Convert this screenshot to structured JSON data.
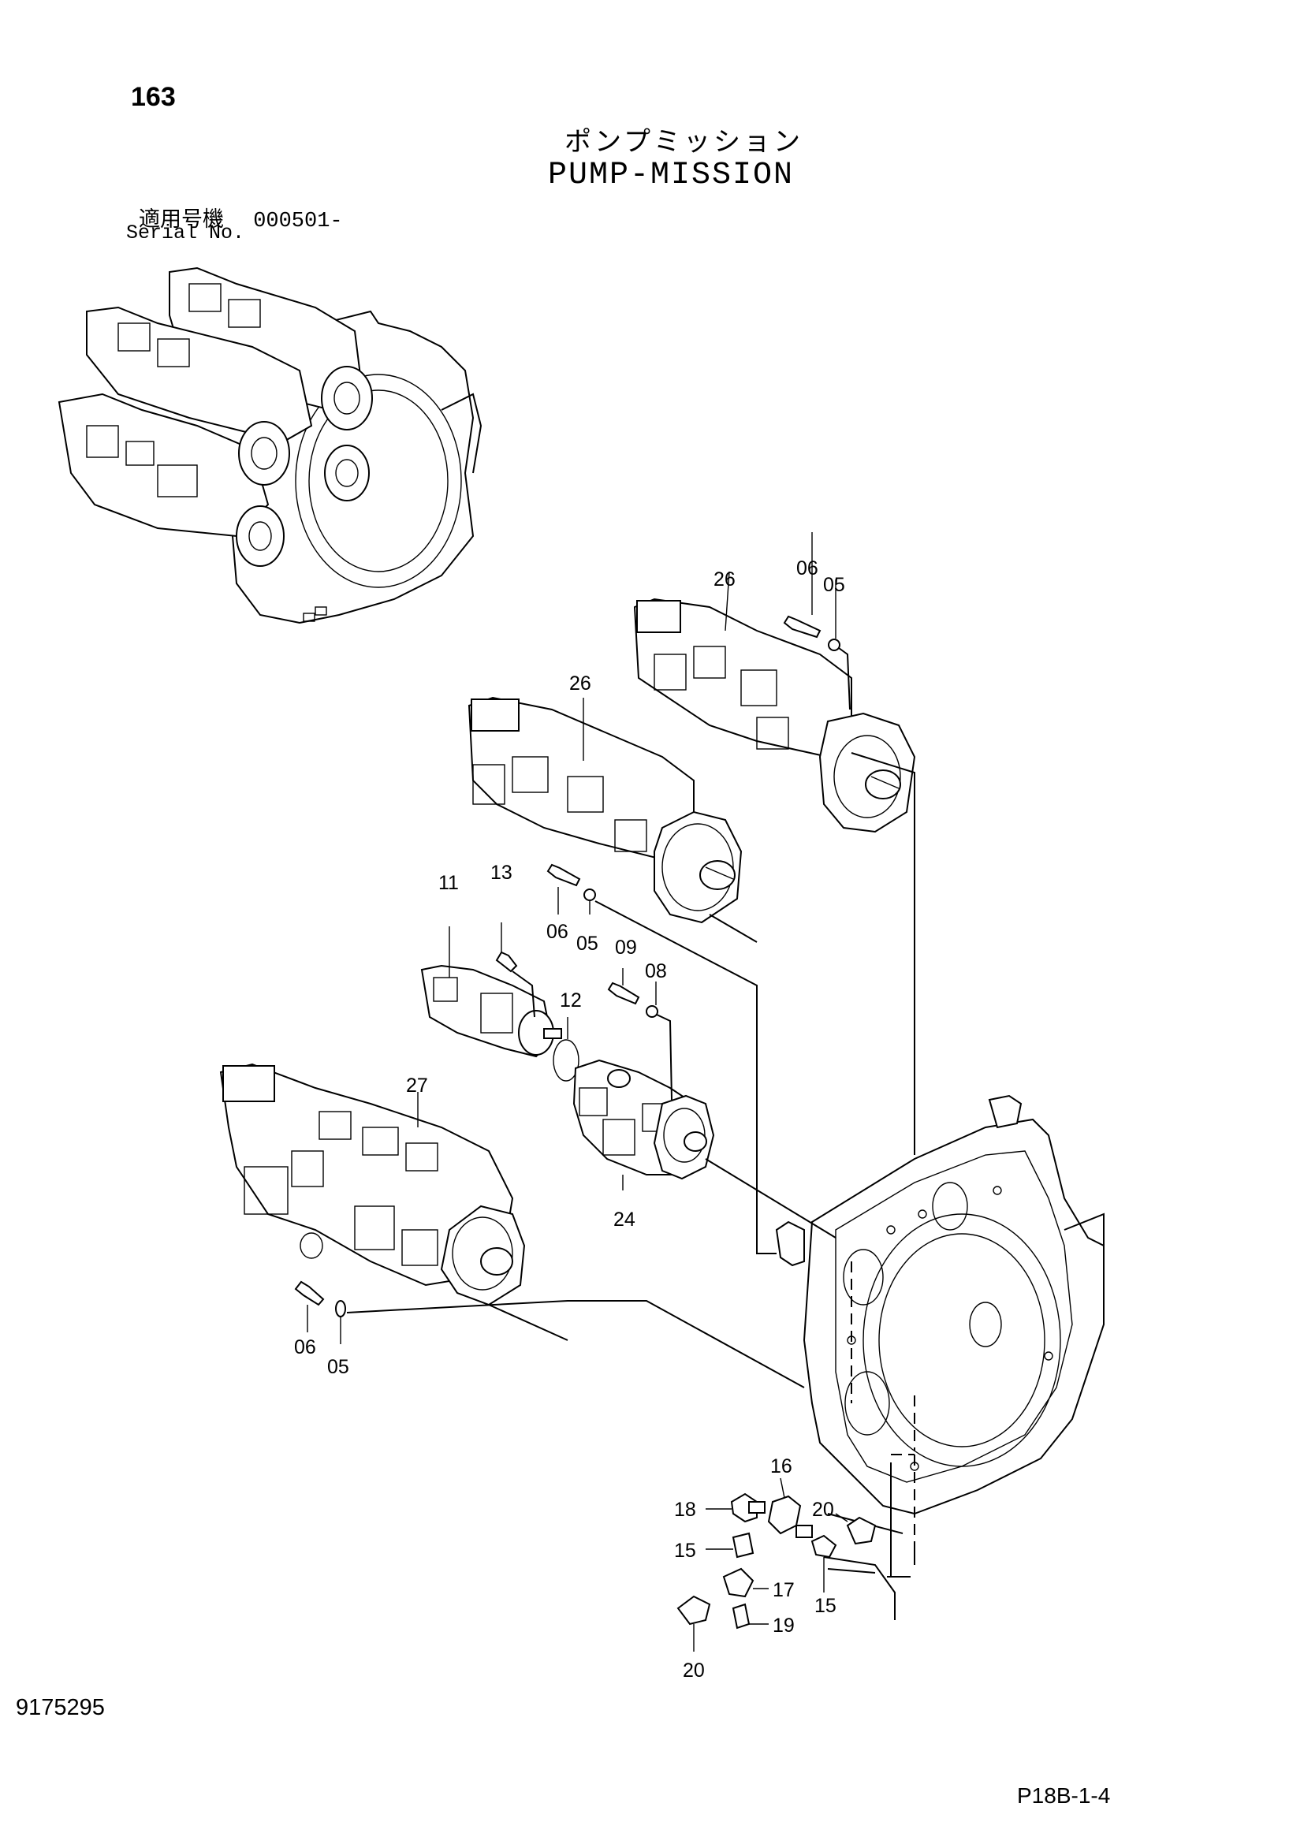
{
  "header": {
    "page_number": "163",
    "title_jp": "ポンプミッション",
    "title_en": "PUMP-MISSION",
    "serial_label_jp": "適用号機",
    "serial_value": "000501-",
    "serial_label_en": "Serial No."
  },
  "footer": {
    "doc_number": "9175295",
    "page_code": "P18B-1-4"
  },
  "callouts": {
    "c26a": "26",
    "c06a": "06",
    "c05a": "05",
    "c26b": "26",
    "c13": "13",
    "c11": "11",
    "c06b": "06",
    "c05b": "05",
    "c09": "09",
    "c08": "08",
    "c12": "12",
    "c27": "27",
    "c24": "24",
    "c06c": "06",
    "c05c": "05",
    "c16": "16",
    "c18": "18",
    "c20a": "20",
    "c15a": "15",
    "c17": "17",
    "c15b": "15",
    "c19": "19",
    "c20b": "20"
  }
}
